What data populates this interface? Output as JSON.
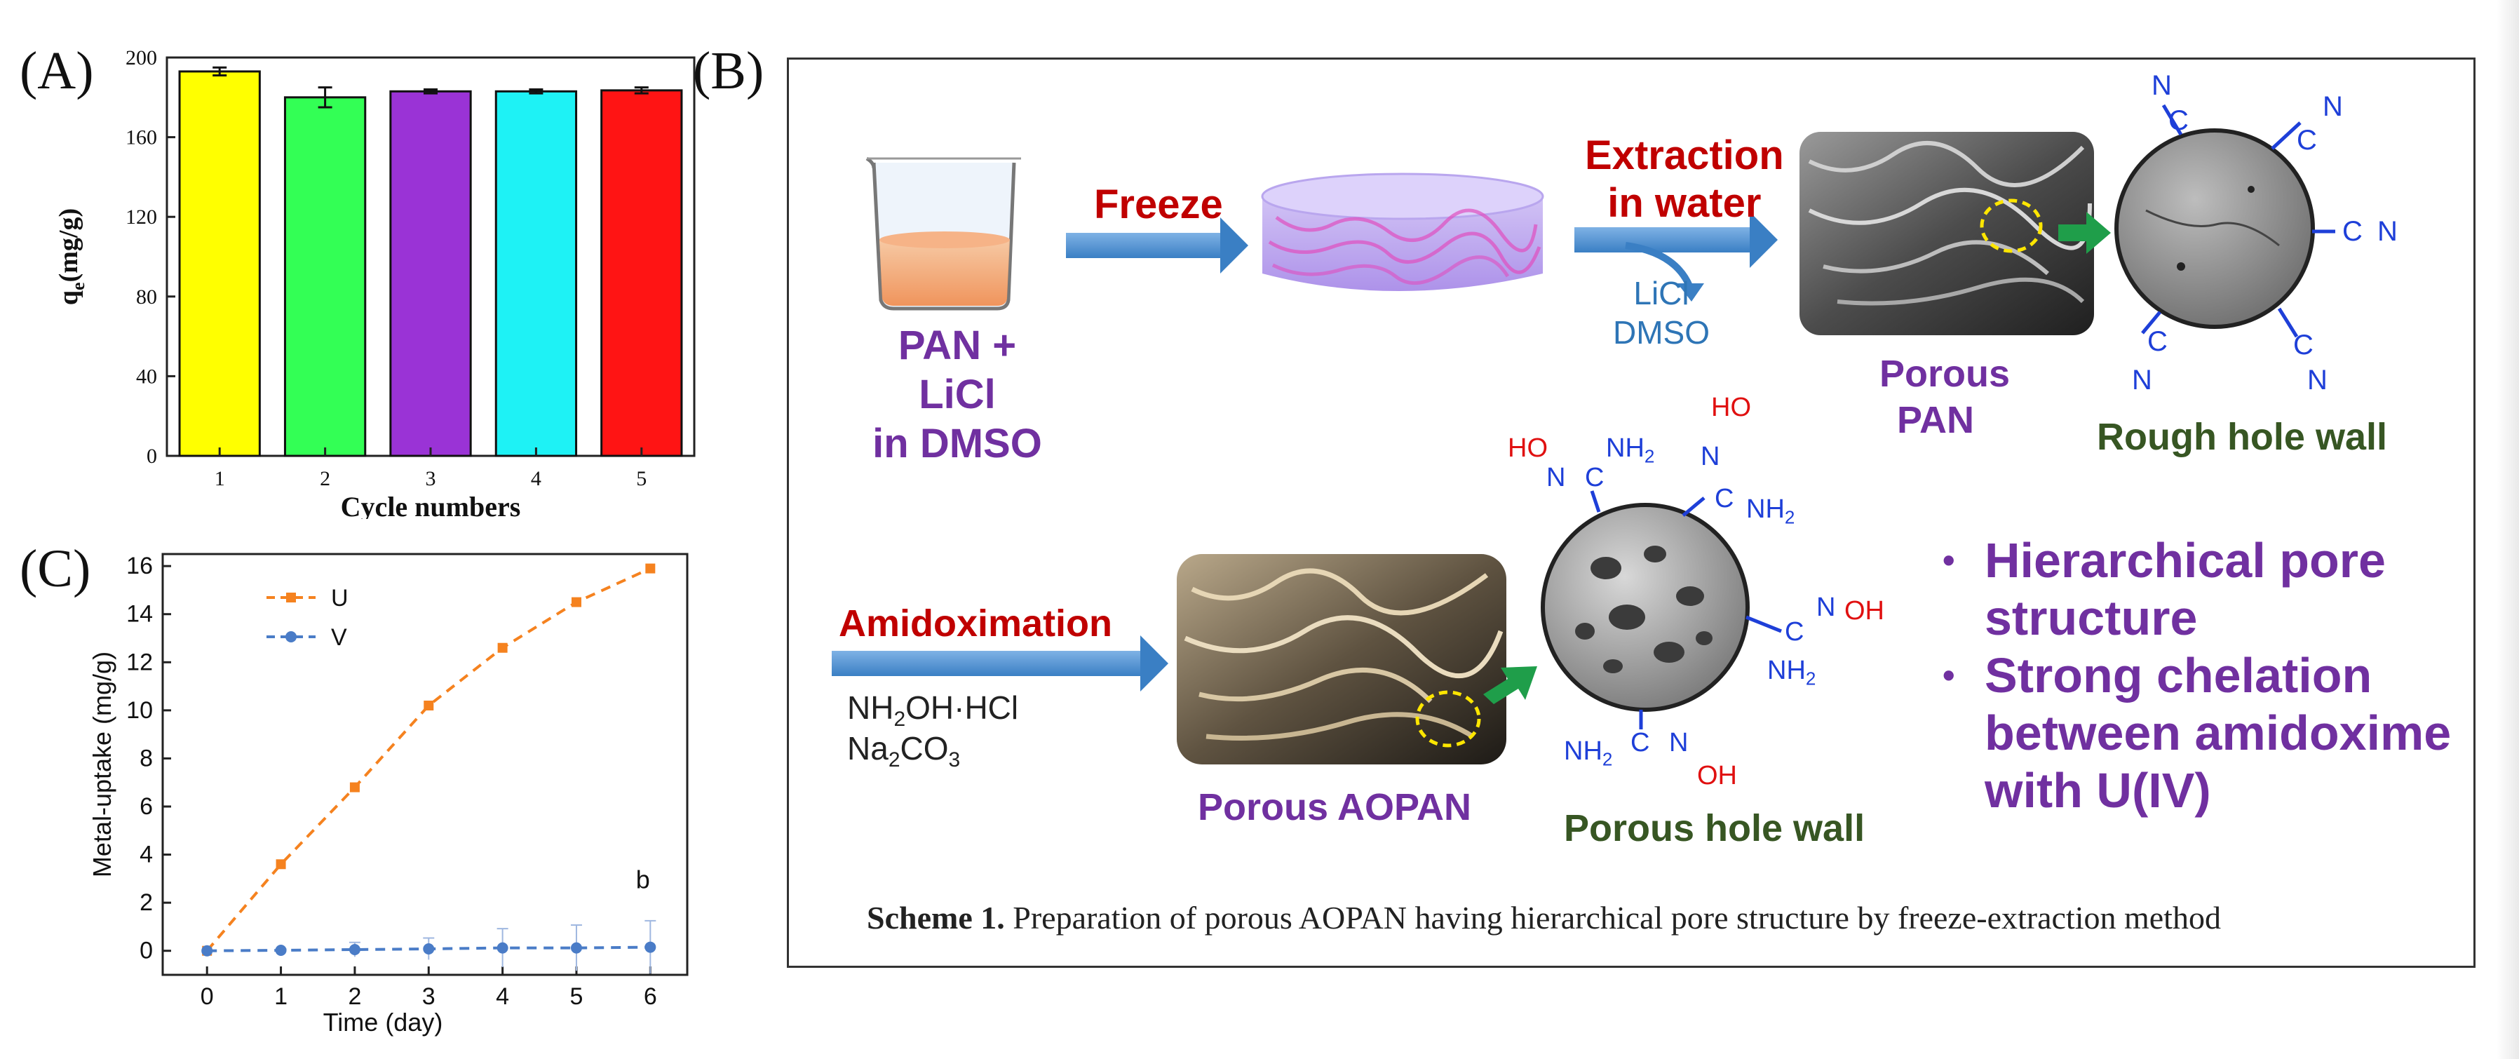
{
  "panels": {
    "a": "(A)",
    "b": "(B)",
    "c": "(C)"
  },
  "chart_data": [
    {
      "type": "bar",
      "categories": [
        "1",
        "2",
        "3",
        "4",
        "5"
      ],
      "values": [
        193,
        180,
        183,
        183,
        183.5
      ],
      "errors": [
        2,
        5,
        1,
        1,
        1.5
      ],
      "colors": [
        "#ffff00",
        "#33ff55",
        "#9a33d6",
        "#1ef2f5",
        "#ff1414"
      ],
      "xlabel": "Cycle numbers",
      "ylabel": "q",
      "ylabel_sub": "e",
      "ylabel_unit": "(mg/g)",
      "ylim": [
        0,
        200
      ],
      "yticks": [
        "0",
        "40",
        "80",
        "120",
        "160",
        "200"
      ]
    },
    {
      "type": "line",
      "x": [
        0,
        1,
        2,
        3,
        4,
        5,
        6
      ],
      "xticks": [
        "0",
        "1",
        "2",
        "3",
        "4",
        "5",
        "6"
      ],
      "series": [
        {
          "name": "U",
          "values": [
            0,
            3.6,
            6.8,
            10.2,
            12.6,
            14.5,
            15.9
          ],
          "color": "#f5821f",
          "marker": "square"
        },
        {
          "name": "V",
          "values": [
            0,
            0.02,
            0.05,
            0.08,
            0.12,
            0.12,
            0.15
          ],
          "errors": [
            0,
            0.05,
            0.3,
            0.45,
            0.8,
            0.95,
            1.1
          ],
          "color": "#4a7cc7",
          "marker": "circle"
        }
      ],
      "xlabel": "Time (day)",
      "ylabel": "Metal-uptake (mg/g)",
      "ylim": [
        -1,
        16.5
      ],
      "yticks": [
        "0",
        "2",
        "4",
        "6",
        "8",
        "10",
        "12",
        "14",
        "16"
      ],
      "annotation": "b",
      "legend": "top-left"
    }
  ],
  "scheme": {
    "freeze": "Freeze",
    "extraction": [
      "Extraction",
      "in water"
    ],
    "solvent": [
      "LiCl",
      "DMSO"
    ],
    "start": [
      "PAN + LiCl",
      "in DMSO"
    ],
    "porous_pan": [
      "Porous",
      "PAN"
    ],
    "rough": "Rough hole wall",
    "amidox": "Amidoximation",
    "reagent1_a": "NH",
    "reagent1_b": "2",
    "reagent1_c": "OH·HCl",
    "reagent2_a": "Na",
    "reagent2_b": "2",
    "reagent2_c": "CO",
    "reagent2_d": "3",
    "porous_aopan": "Porous AOPAN",
    "porous_wall": "Porous hole wall",
    "bullets": [
      [
        "Hierarchical pore",
        "structure"
      ],
      [
        "Strong chelation",
        "between amidoxime",
        "with U(IV)"
      ]
    ],
    "bullet_symbol": "•",
    "caption_bold": "Scheme 1.",
    "caption_rest": " Preparation of porous AOPAN having hierarchical pore structure by freeze-extraction method",
    "cn": {
      "n": "N",
      "c": "C"
    },
    "amidoxime": {
      "ho": "HO",
      "n": "N",
      "c": "C",
      "nh2": "NH",
      "sub": "2",
      "oh": "OH"
    }
  }
}
